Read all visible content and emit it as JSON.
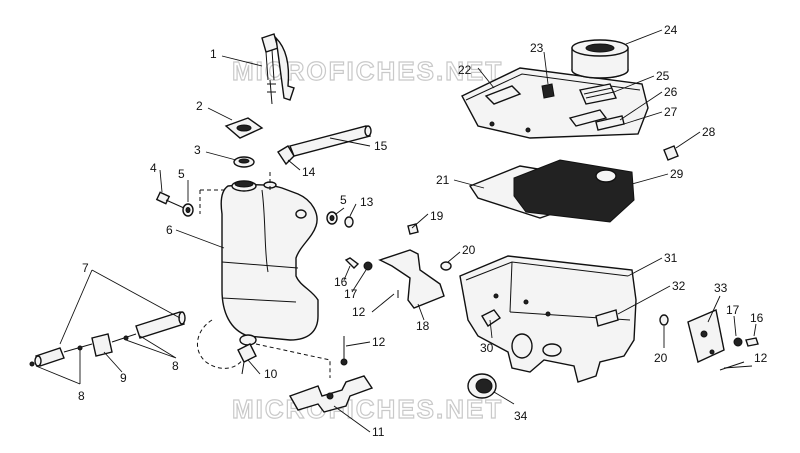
{
  "watermark": {
    "top": "MICROFICHES.NET",
    "bottom": "MICROFICHES.NET"
  },
  "callouts": [
    "1",
    "2",
    "3",
    "4",
    "5",
    "6",
    "7",
    "8",
    "9",
    "10",
    "11",
    "12",
    "13",
    "14",
    "15",
    "16",
    "17",
    "18",
    "19",
    "20",
    "21",
    "22",
    "23",
    "24",
    "25",
    "26",
    "27",
    "28",
    "29",
    "30",
    "31",
    "32",
    "33",
    "34",
    "12",
    "16",
    "17",
    "20",
    "5",
    "8",
    "12"
  ]
}
